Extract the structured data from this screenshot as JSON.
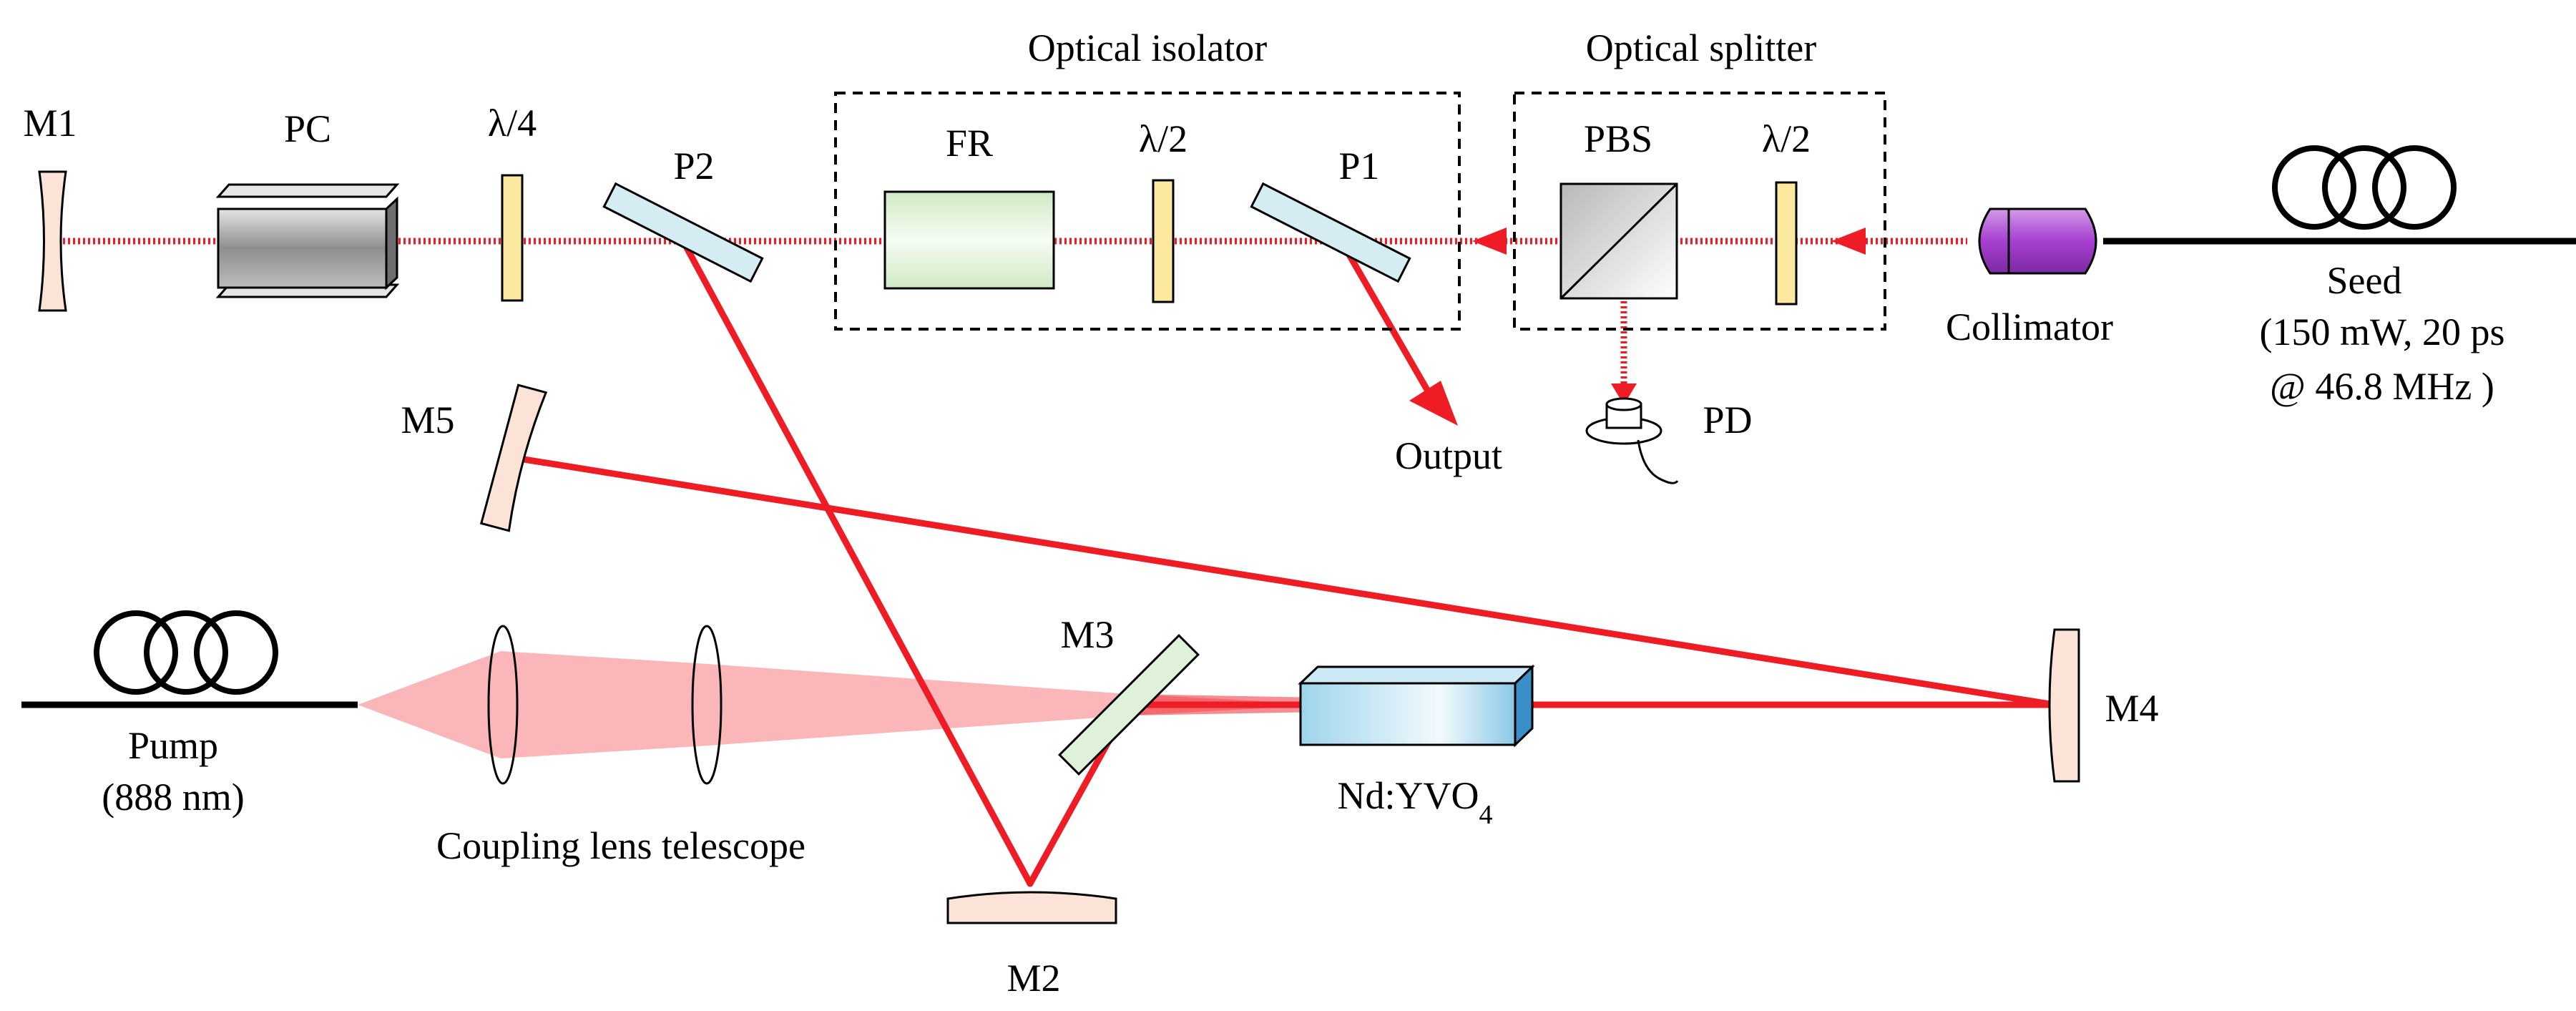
{
  "labels": {
    "m1": "M1",
    "pc": "PC",
    "qwp": "λ/4",
    "p2": "P2",
    "optical_isolator": "Optical isolator",
    "fr": "FR",
    "hwp_isolator": "λ/2",
    "p1": "P1",
    "optical_splitter": "Optical splitter",
    "pbs": "PBS",
    "hwp_splitter": "λ/2",
    "collimator": "Collimator",
    "seed": "Seed",
    "seed_spec_1": "(150 mW, 20 ps",
    "seed_spec_2": "@ 46.8 MHz )",
    "output": "Output",
    "pd": "PD",
    "m5": "M5",
    "m3": "M3",
    "m4": "M4",
    "m2": "M2",
    "pump": "Pump",
    "pump_wavelength": "(888 nm)",
    "coupling_lens_telescope": "Coupling lens telescope",
    "crystal_main": "Nd:YVO",
    "crystal_sub": "4"
  },
  "colors": {
    "beam": "#ee1c24",
    "mirror_fill": "#fbe3d8",
    "waveplate_fill": "#fde8a0",
    "faraday_fill": "#dff2d9",
    "polarizer_fill": "#d4ecf2",
    "collimator_fill": "#a63fd0",
    "crystal_fill": "#9fd4ec"
  }
}
